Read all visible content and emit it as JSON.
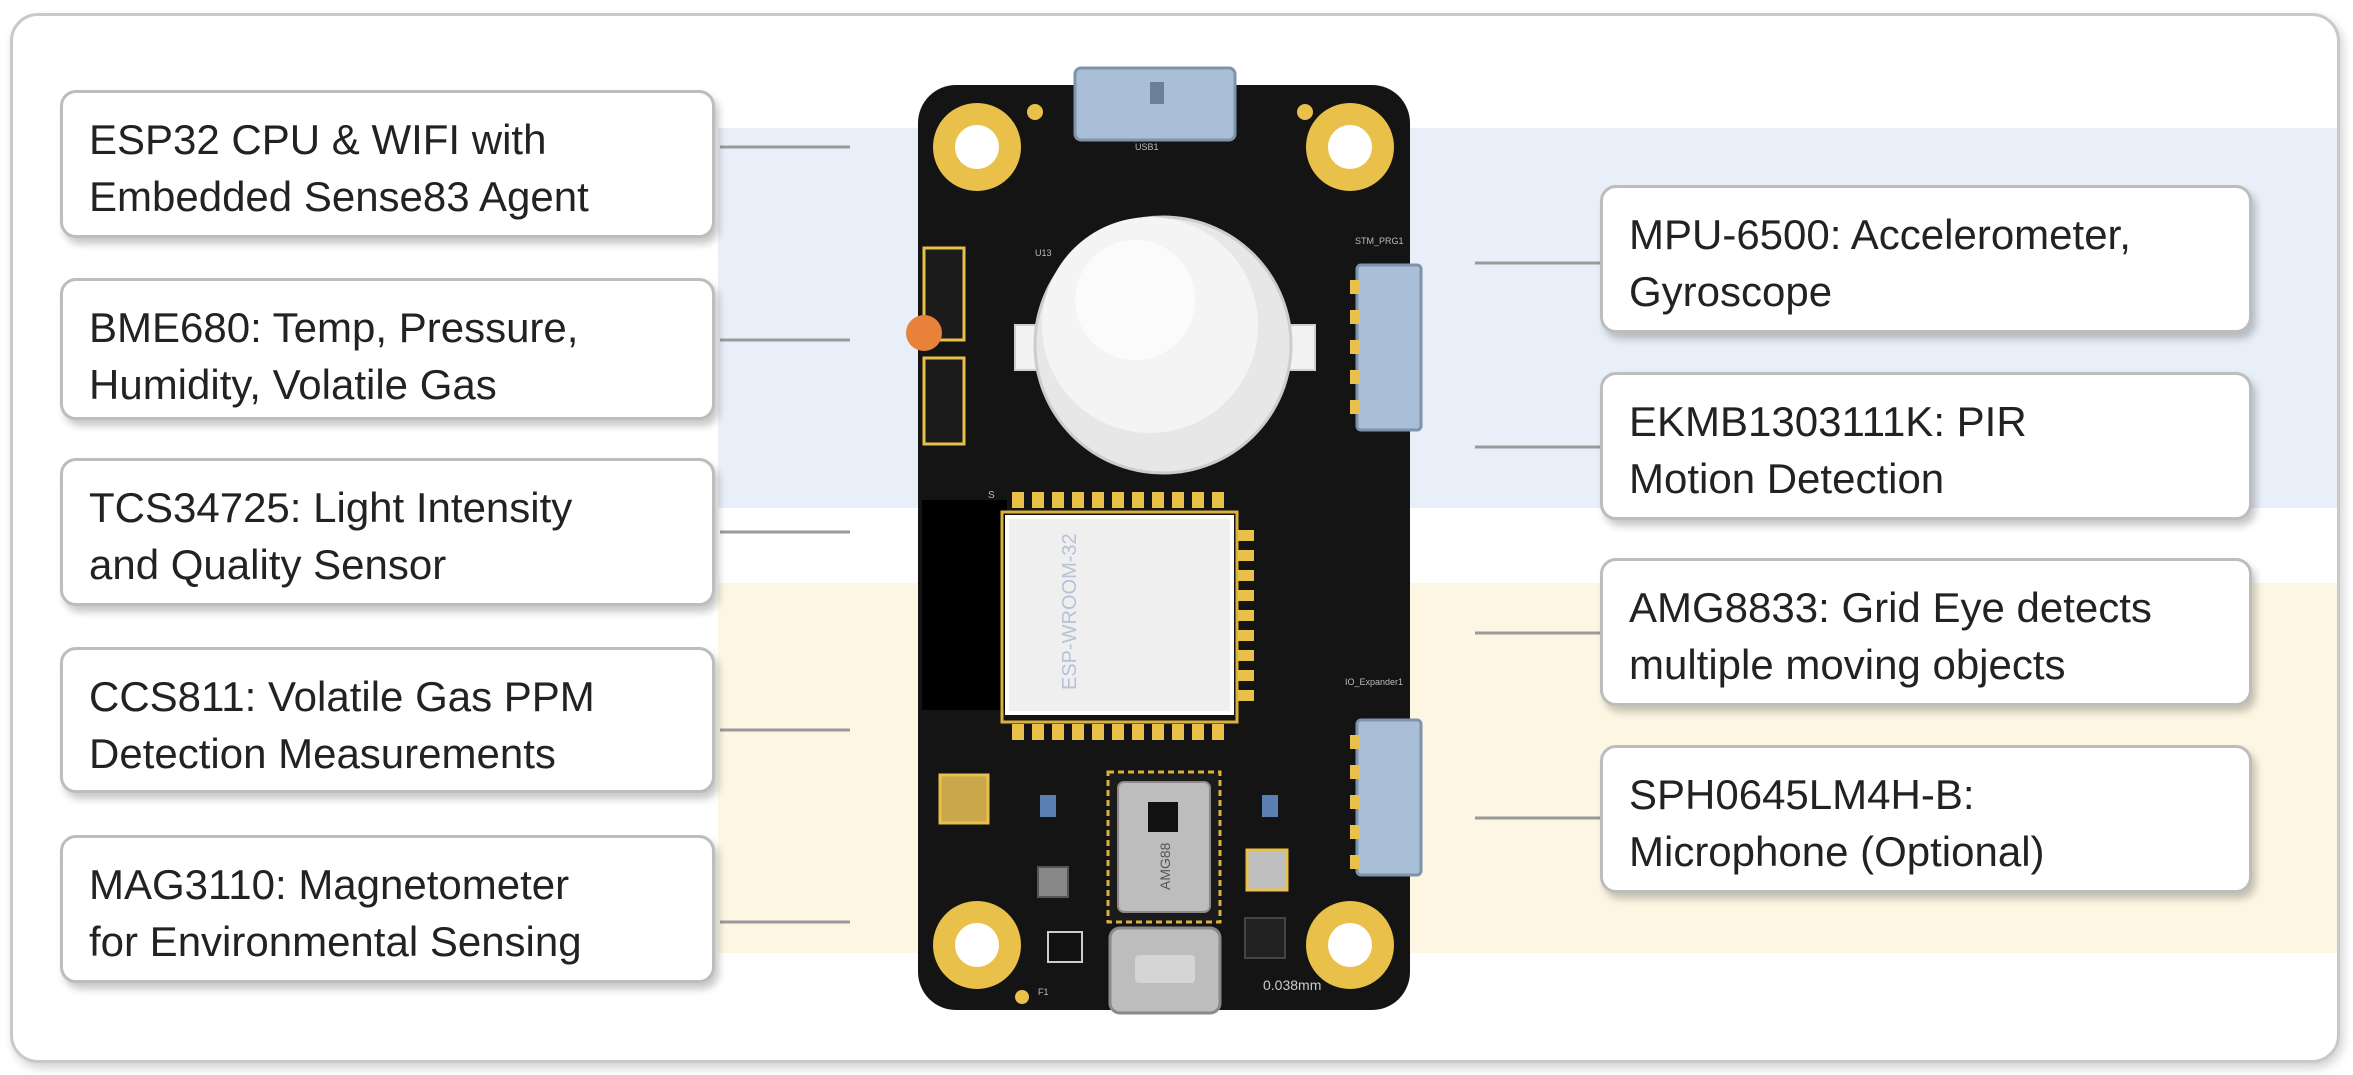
{
  "labels_left": [
    {
      "id": "esp32",
      "text": "ESP32 CPU & WIFI with\nEmbedded Sense83 Agent"
    },
    {
      "id": "bme680",
      "text": "BME680: Temp, Pressure,\nHumidity, Volatile Gas"
    },
    {
      "id": "tcs34725",
      "text": "TCS34725: Light Intensity\nand Quality Sensor"
    },
    {
      "id": "ccs811",
      "text": "CCS811: Volatile Gas PPM\nDetection Measurements"
    },
    {
      "id": "mag3110",
      "text": "MAG3110: Magnetometer\nfor Environmental Sensing"
    }
  ],
  "labels_right": [
    {
      "id": "mpu6500",
      "text": "MPU-6500: Accelerometer,\nGyroscope"
    },
    {
      "id": "ekmb",
      "text": "EKMB1303111K: PIR\nMotion Detection"
    },
    {
      "id": "amg8833",
      "text": "AMG8833: Grid Eye detects\nmultiple moving objects"
    },
    {
      "id": "sph0645",
      "text": "SPH0645LM4H-B:\nMicrophone (Optional)"
    }
  ],
  "board": {
    "module_label": "ESP-WROOM-32",
    "chip_label": "AMG88",
    "scale_text": "0.038mm",
    "silk_usb": "USB1",
    "silk_u13": "U13",
    "silk_top_right": "STM_PRG1",
    "silk_expander": "IO_Expander1",
    "silk_f1": "F1",
    "silk_s": "S"
  },
  "colors": {
    "pcb": "#141414",
    "pad_gold": "#e8c04a",
    "connector": "#a9bfd8",
    "band_blue": "#e8eff8",
    "band_yellow": "#fdf6e3"
  }
}
